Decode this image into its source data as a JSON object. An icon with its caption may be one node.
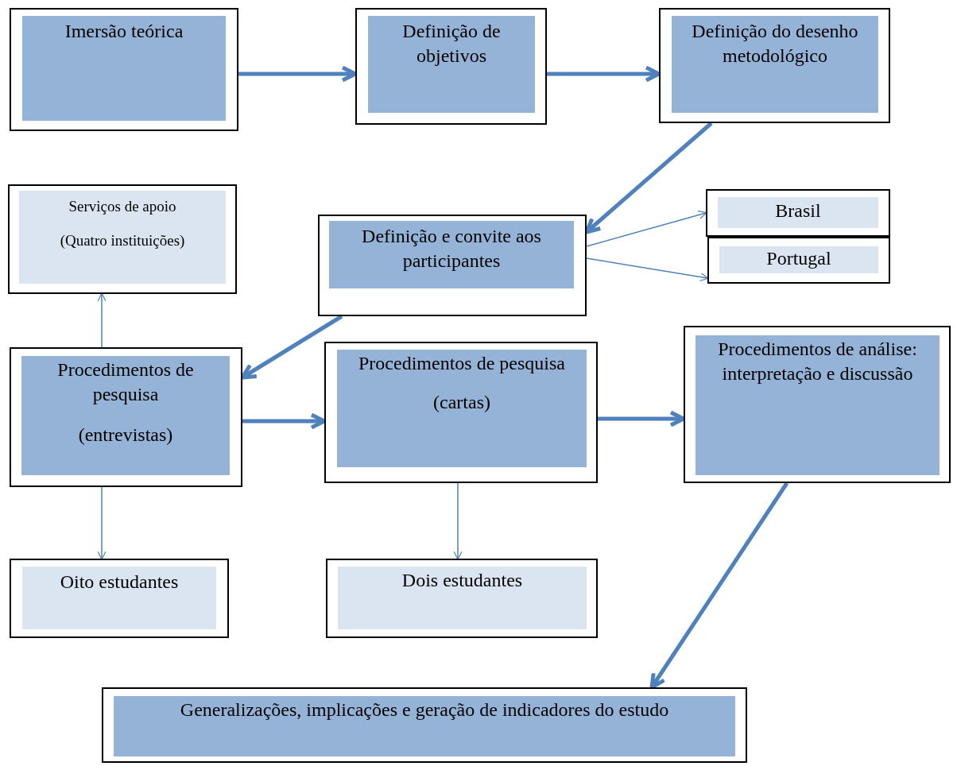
{
  "diagram": {
    "nodes": [
      {
        "text": [
          "Imersão teórica"
        ]
      },
      {
        "text": [
          "Definição de objetivos"
        ]
      },
      {
        "text": [
          "Definição do desenho metodológico"
        ]
      },
      {
        "text": [
          "Serviços de apoio",
          "(Quatro instituições)"
        ]
      },
      {
        "text": [
          "Definição e convite aos participantes"
        ]
      },
      {
        "text": [
          "Brasil"
        ]
      },
      {
        "text": [
          "Portugal"
        ]
      },
      {
        "text": [
          "Procedimentos de pesquisa",
          "(entrevistas)"
        ]
      },
      {
        "text": [
          "Procedimentos de pesquisa",
          "(cartas)"
        ]
      },
      {
        "text": [
          "Procedimentos de análise: interpretação e discussão"
        ]
      },
      {
        "text": [
          "Oito estudantes"
        ]
      },
      {
        "text": [
          "Dois estudantes"
        ]
      },
      {
        "text": [
          "Generalizações, implicações e geração de indicadores do estudo"
        ]
      }
    ],
    "edges": [
      {
        "from": 0,
        "to": 1,
        "arrow": "to"
      },
      {
        "from": 1,
        "to": 2,
        "arrow": "to"
      },
      {
        "from": 2,
        "to": 4,
        "arrow": "to"
      },
      {
        "from": 4,
        "to": 5,
        "arrow": "to"
      },
      {
        "from": 4,
        "to": 6,
        "arrow": "to"
      },
      {
        "from": 4,
        "to": 7,
        "arrow": "to"
      },
      {
        "from": 7,
        "to": 3,
        "arrow": "to"
      },
      {
        "from": 7,
        "to": 8,
        "arrow": "to"
      },
      {
        "from": 8,
        "to": 9,
        "arrow": "to"
      },
      {
        "from": 7,
        "to": 10,
        "arrow": "to"
      },
      {
        "from": 8,
        "to": 11,
        "arrow": "to"
      },
      {
        "from": 9,
        "to": 12,
        "arrow": "to"
      }
    ]
  }
}
